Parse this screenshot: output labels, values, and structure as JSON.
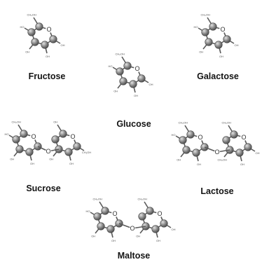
{
  "molecules": {
    "fructose": {
      "name": "Fructose",
      "ring_atom": "O",
      "groups": [
        "CH₂OH",
        "HO",
        "OH",
        "OH",
        "OH"
      ]
    },
    "glucose": {
      "name": "Glucose",
      "ring_atom": "O",
      "groups": [
        "CH₂OH",
        "HO",
        "OH",
        "OH",
        "OH"
      ]
    },
    "galactose": {
      "name": "Galactose",
      "ring_atom": "O",
      "groups": [
        "CH₂OH",
        "HO",
        "OH",
        "OH",
        "OH"
      ]
    },
    "sucrose": {
      "name": "Sucrose",
      "ring_atom": "O",
      "groups": [
        "CH₂OH",
        "HO",
        "OH",
        "OH",
        "OH",
        "CH₂OH",
        "OH",
        "OH",
        "OH"
      ]
    },
    "lactose": {
      "name": "Lactose",
      "ring_atom": "O",
      "groups": [
        "CH₂OH",
        "HO",
        "OH",
        "OH",
        "CH₂OH",
        "OH",
        "OH",
        "CH₂OH"
      ]
    },
    "maltose": {
      "name": "Maltose",
      "ring_atom": "O",
      "groups": [
        "CH₂OH",
        "HO",
        "OH",
        "OH",
        "CH₂OH",
        "OH",
        "OH",
        "OH"
      ]
    }
  },
  "colors": {
    "atom_light": "#d2d2d2",
    "atom_dark": "#4c4c4c",
    "bond": "#5a5a5a",
    "caption": "#141414"
  }
}
